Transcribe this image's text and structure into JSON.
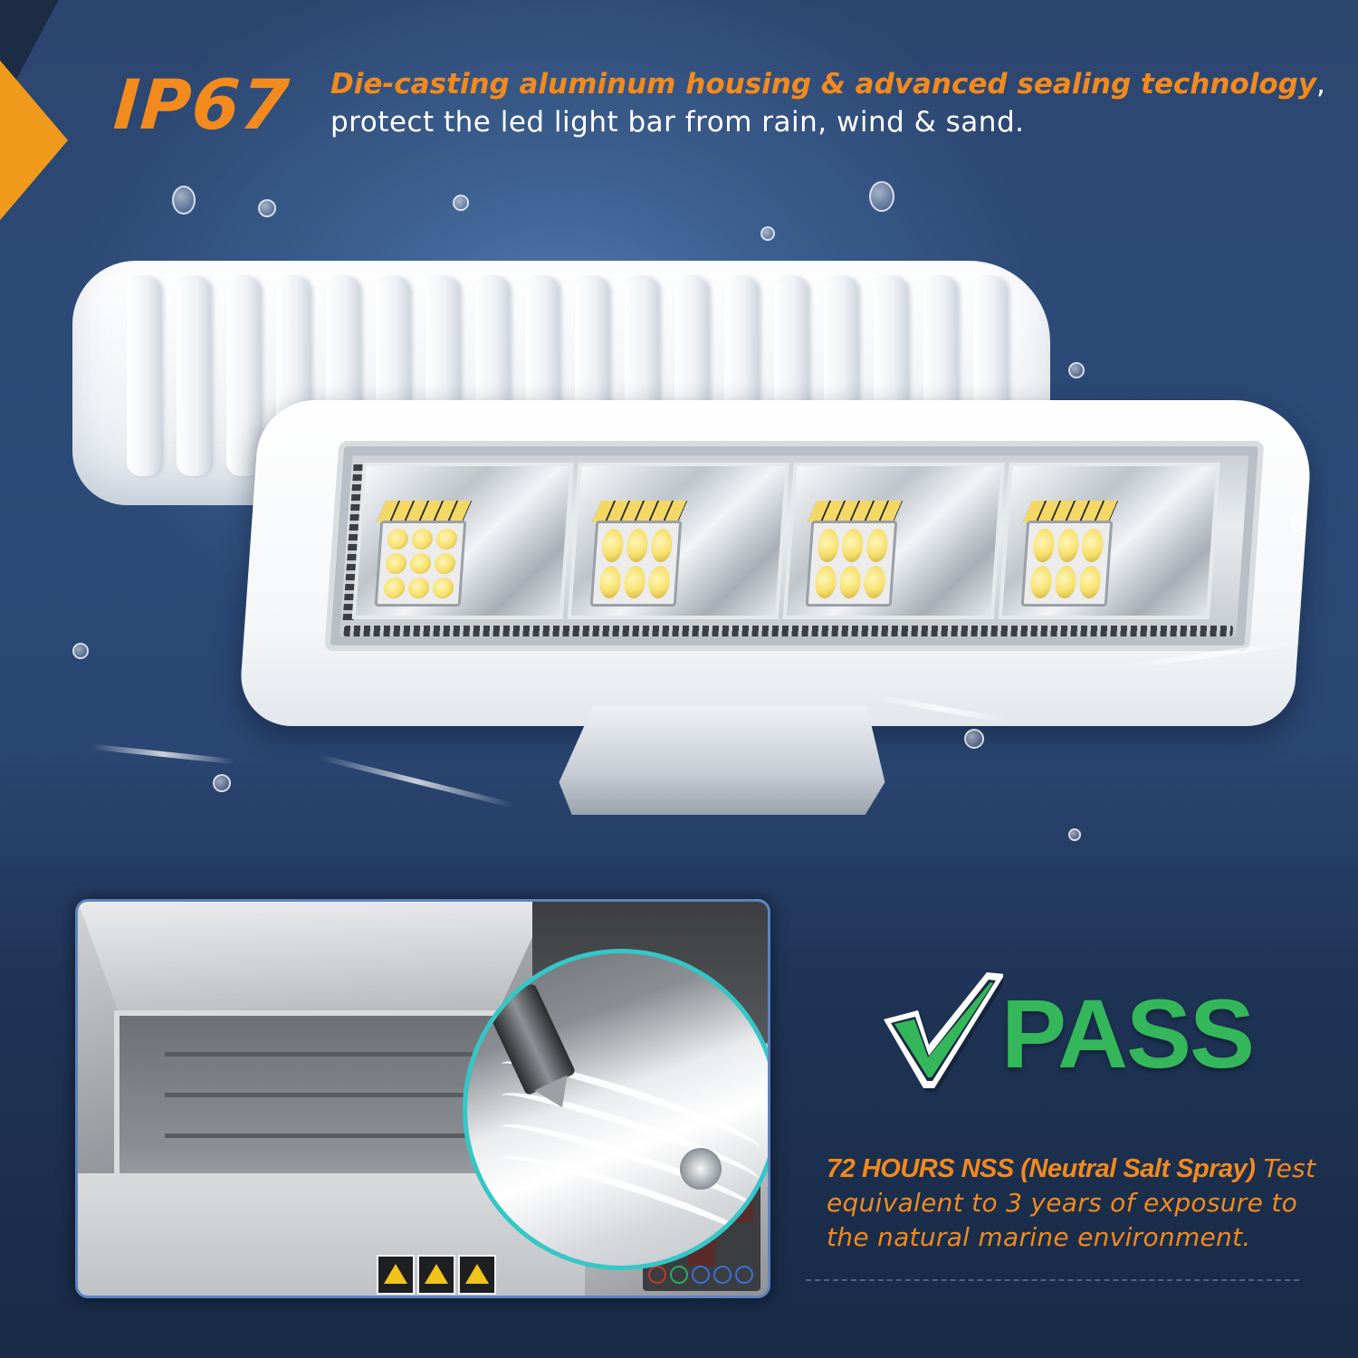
{
  "header": {
    "rating": "IP67",
    "headline_highlight": "Die-casting aluminum housing & advanced sealing technology",
    "headline_comma": ",",
    "headline_sub": "protect the led light bar from rain, wind & sand."
  },
  "product": {
    "name": "LED light bar",
    "led_modules": 4,
    "icon": "led-light-bar-illustration"
  },
  "test_photo": {
    "subject": "salt spray test chamber",
    "inset": "magnified spray nozzle over light housing"
  },
  "result": {
    "label": "PASS",
    "icon": "check-icon"
  },
  "salt_test": {
    "highlight": "72 HOURS NSS (Neutral Salt Spray)",
    "text": " Test equivalent to 3 years of exposure to the natural marine environment."
  },
  "colors": {
    "accent_orange": "#f28a1e",
    "corner_orange": "#f09a1b",
    "pass_green": "#33b75a",
    "background_navy": "#1f3456",
    "frame_blue": "#5d84bf",
    "magnifier_teal": "#35c6c6"
  }
}
